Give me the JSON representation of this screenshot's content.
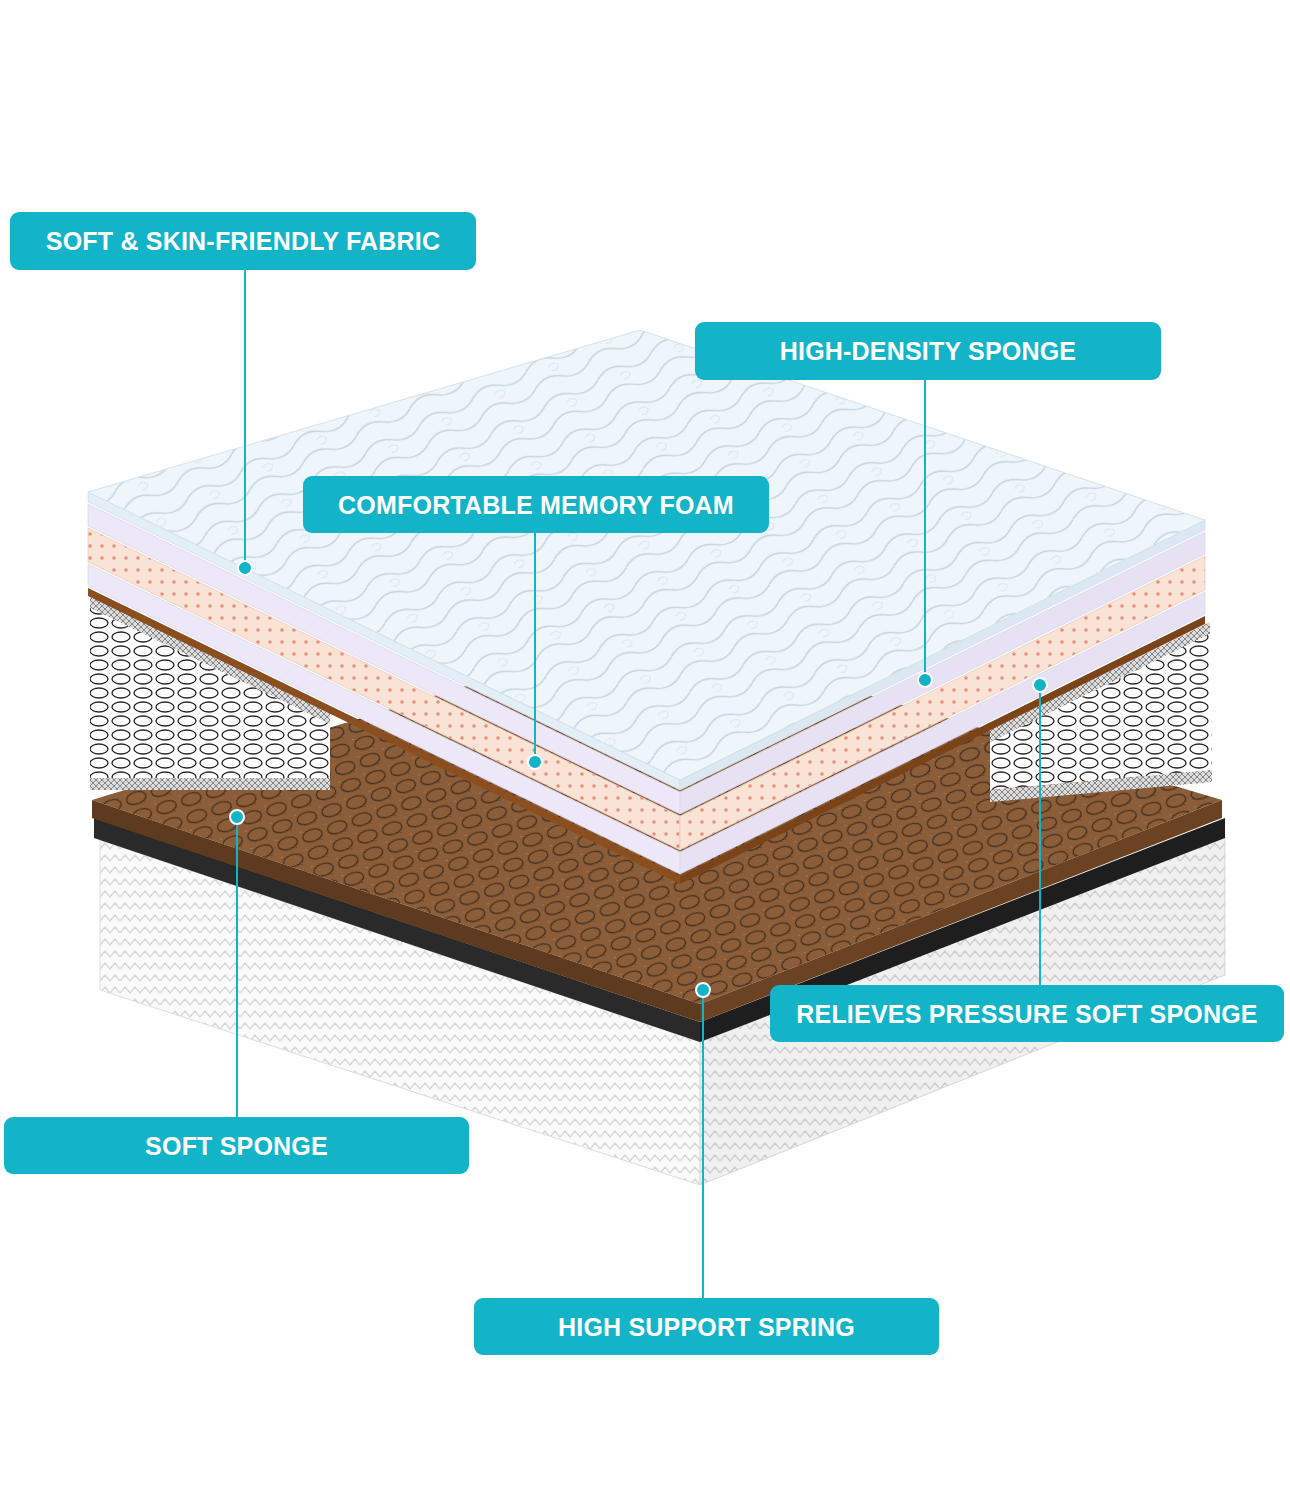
{
  "diagram": {
    "nodes": [
      {
        "text": [
          "SOFT & SKIN-FRIENDLY FABRIC"
        ]
      },
      {
        "text": [
          "HIGH-DENSITY SPONGE"
        ]
      },
      {
        "text": [
          "COMFORTABLE MEMORY FOAM"
        ]
      },
      {
        "text": [
          "RELIEVES PRESSURE SOFT SPONGE"
        ]
      },
      {
        "text": [
          "SOFT SPONGE"
        ]
      },
      {
        "text": [
          "HIGH SUPPORT SPRING"
        ]
      }
    ]
  }
}
